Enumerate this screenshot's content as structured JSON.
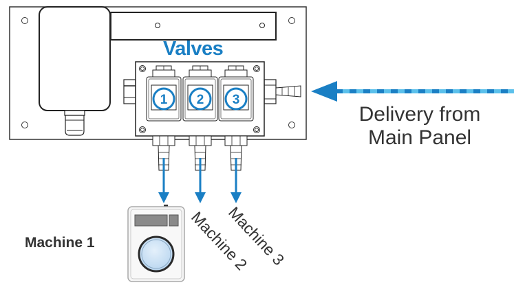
{
  "title": "Valves",
  "valves": [
    {
      "number": "1",
      "machine": "Machine 1"
    },
    {
      "number": "2",
      "machine": "Machine 2"
    },
    {
      "number": "3",
      "machine": "Machine 3"
    }
  ],
  "inlet": {
    "label_line1": "Delivery from",
    "label_line2": "Main Panel"
  },
  "colors": {
    "accent_blue": "#1a7fc4",
    "light_blue": "#5bc0eb",
    "outline": "#333333",
    "machine_window": "#cfe4f7"
  }
}
